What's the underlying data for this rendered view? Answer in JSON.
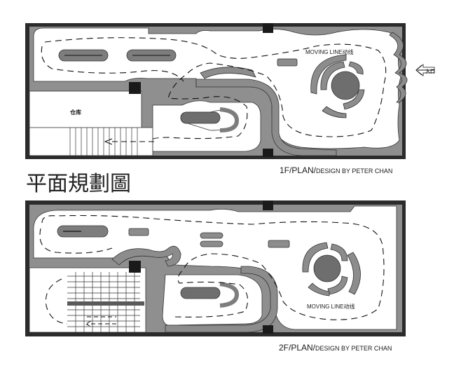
{
  "page_title": "平面規劃圖",
  "plan_1f": {
    "caption_prefix": "1F/PLAN/",
    "caption_suffix": "DESIGN BY PETER CHAN",
    "moving_line_label": "MOVING LINE动线",
    "storage_label": "仓库",
    "entrance_label": "入口"
  },
  "plan_2f": {
    "caption_prefix": "2F/PLAN/",
    "caption_suffix": "DESIGN BY PETER CHAN",
    "moving_line_label": "MOVING LINE动线"
  },
  "colors": {
    "wall_dark": "#2b2b2b",
    "wall_mid": "#8c8c8c",
    "display_gray": "#7d7d7d",
    "floor": "#ffffff",
    "ink": "#111111"
  }
}
